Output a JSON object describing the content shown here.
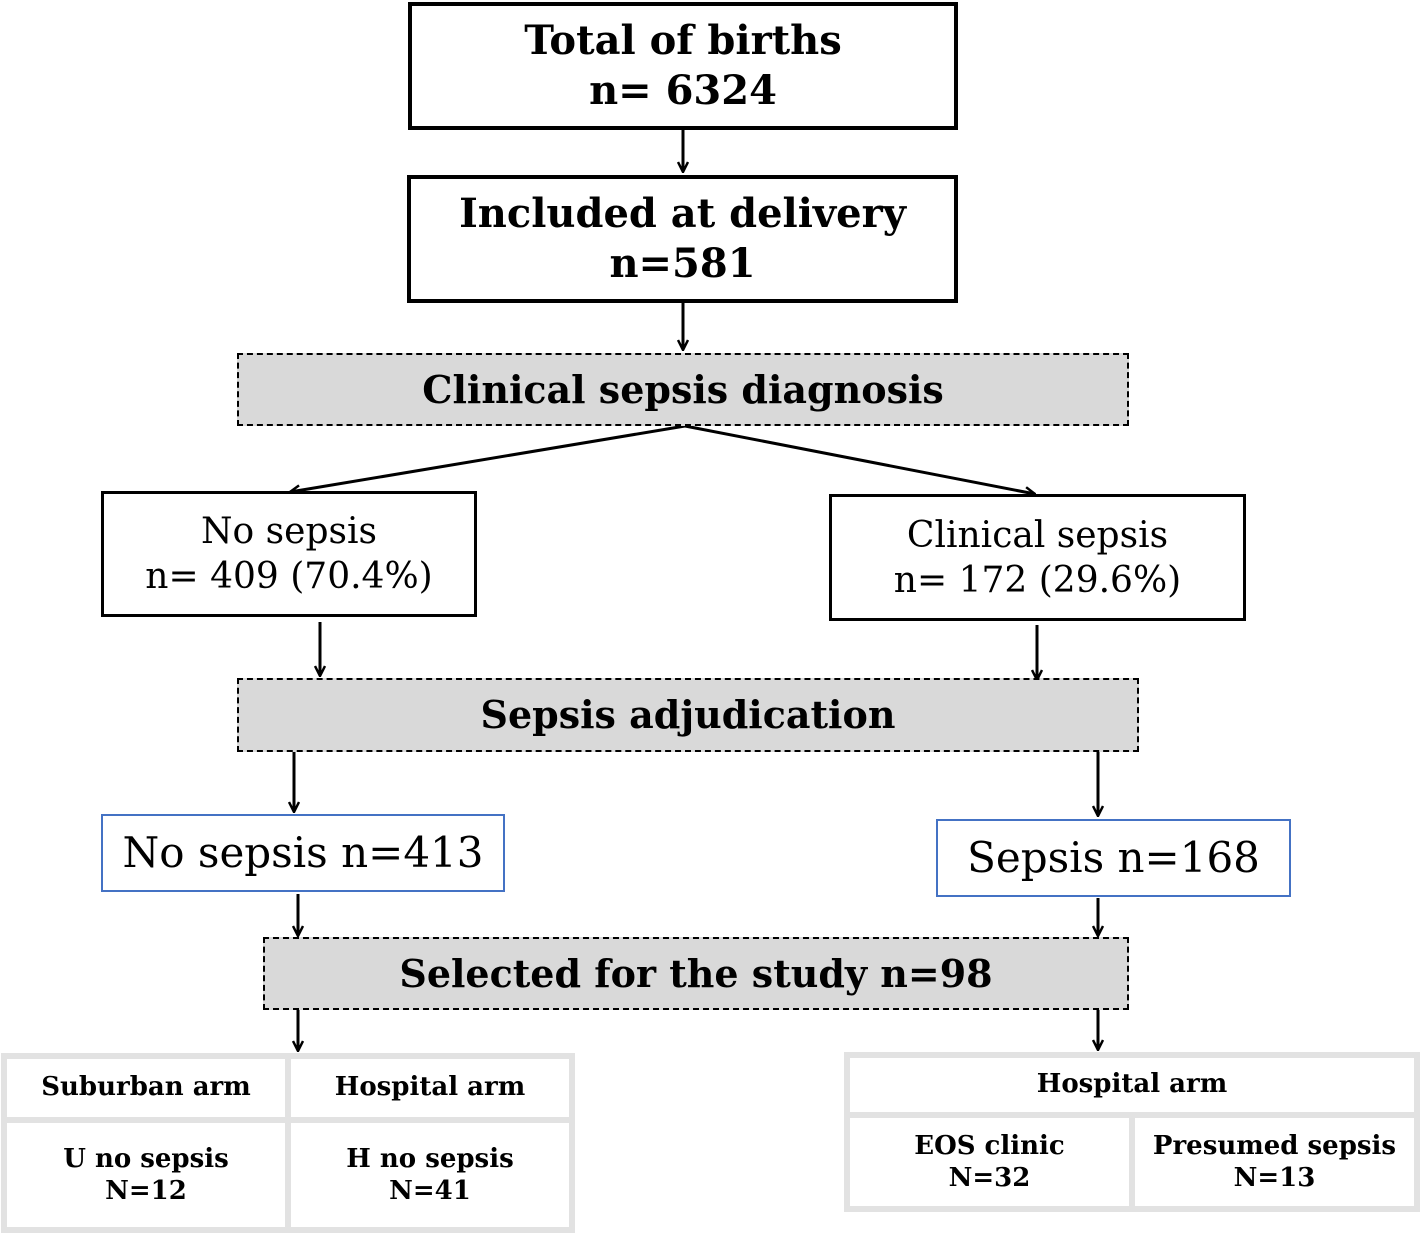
{
  "total": {
    "line1": "Total of births",
    "line2": "n= 6324"
  },
  "included": {
    "line1": "Included at delivery",
    "line2": "n=581"
  },
  "clinical_diagnosis": {
    "label": "Clinical sepsis diagnosis"
  },
  "no_sepsis_clinical": {
    "line1": "No sepsis",
    "line2": "n= 409 (70.4%)"
  },
  "clinical_sepsis": {
    "line1": "Clinical sepsis",
    "line2": "n= 172 (29.6%)"
  },
  "adjudication": {
    "label": "Sepsis adjudication"
  },
  "no_sepsis_adjudicated": {
    "label": "No sepsis n=413"
  },
  "sepsis_adjudicated": {
    "label": "Sepsis n=168"
  },
  "selected": {
    "label": "Selected for the study n=98"
  },
  "left_table": {
    "headers": [
      "Suburban arm",
      "Hospital arm"
    ],
    "cells": [
      {
        "line1": "U no sepsis",
        "line2": "N=12"
      },
      {
        "line1": "H no sepsis",
        "line2": "N=41"
      }
    ]
  },
  "right_table": {
    "header": "Hospital arm",
    "cells": [
      {
        "line1": "EOS clinic",
        "line2": "N=32"
      },
      {
        "line1": "Presumed sepsis",
        "line2": "N=13"
      }
    ]
  },
  "colors": {
    "dashed_fill": "#d9d9d9",
    "blue_border": "#4472c4",
    "table_border": "#e2e2e2"
  }
}
